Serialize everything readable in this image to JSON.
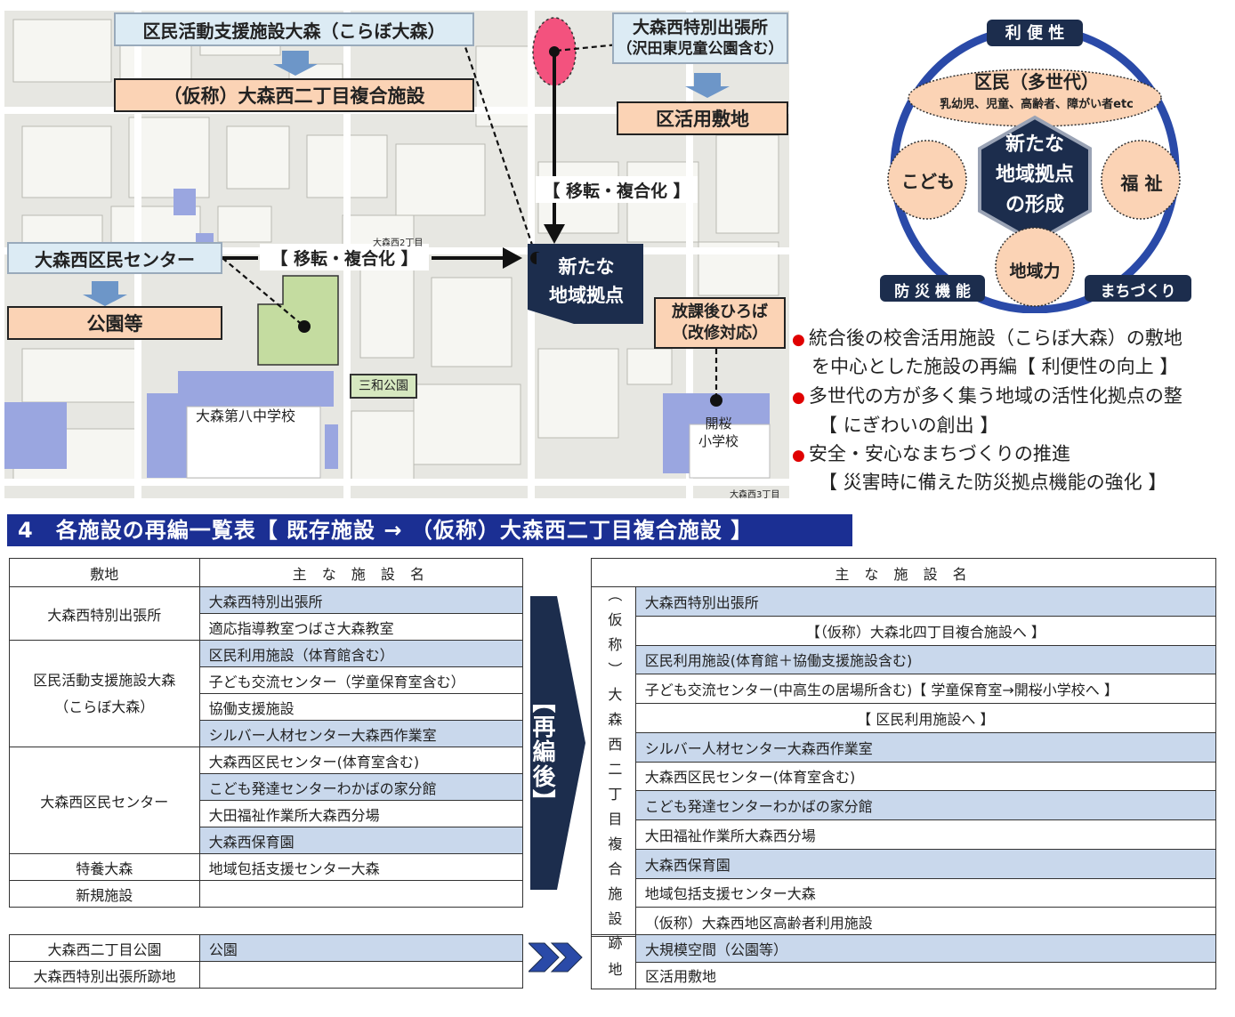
{
  "map": {
    "lbl_kosabo": "区民活動支援施設大森（こらぼ大森）",
    "lbl_complex": "（仮称）大森西二丁目複合施設",
    "lbl_branch": "大森西特別出張所",
    "lbl_branch_sub": "（沢田東児童公園含む）",
    "lbl_land": "区活用敷地",
    "lbl_move1": "【 移転・複合化 】",
    "lbl_move2": "【 移転・複合化 】",
    "lbl_center": "大森西区民センター",
    "lbl_park": "公園等",
    "lbl_new1": "新たな",
    "lbl_new2": "地域拠点",
    "lbl_after1": "放課後ひろば",
    "lbl_after2": "（改修対応）",
    "lbl_sanwa": "三和公園",
    "lbl_school8": "大森第八中学校",
    "lbl_kaio1": "開桜",
    "lbl_kaio2": "小学校",
    "lbl_town1": "大森西2丁目",
    "lbl_town2": "大森西3丁目",
    "colors": {
      "navy": "#1c2d4d",
      "peach": "#fbd3b5",
      "green": "#c4dca0",
      "blue": "#9aa6e0",
      "pink": "#f3527e"
    }
  },
  "diagram": {
    "convenience": "利 便 性",
    "residents": "区民（多世代）",
    "residents_sub": "乳幼児、児童、高齢者、障がい者etc",
    "center1": "新たな",
    "center2": "地域拠点",
    "center3": "の形成",
    "kids": "こども",
    "welfare": "福 祉",
    "community": "地域力",
    "disaster": "防 災 機 能",
    "town": "まちづくり"
  },
  "bullets": [
    {
      "text": "統合後の校舎活用施設（こらぼ大森）の敷地",
      "dot": true
    },
    {
      "text": "を中心とした施設の再編【 利便性の向上 】",
      "dot": false
    },
    {
      "text": "多世代の方が多く集う地域の活性化拠点の整",
      "dot": true
    },
    {
      "text": "【 にぎわいの創出 】",
      "dot": false
    },
    {
      "text": "安全・安心なまちづくりの推進",
      "dot": true
    },
    {
      "text": "【 災害時に備えた防災拠点機能の強化 】",
      "dot": false
    }
  ],
  "section_title": "4　各施設の再編一覧表【 既存施設 → （仮称）大森西二丁目複合施設 】",
  "left_table": {
    "col_site": "敷地",
    "col_facility": "主 な 施 設 名",
    "groups": [
      {
        "site": "大森西特別出張所",
        "items": [
          "大森西特別出張所",
          "適応指導教室つばさ大森教室"
        ]
      },
      {
        "site": "区民活動支援施設大森",
        "site2": "（こらぼ大森）",
        "items": [
          "区民利用施設（体育館含む）",
          "子ども交流センター（学童保育室含む）",
          "協働支援施設",
          "シルバー人材センター大森西作業室"
        ]
      },
      {
        "site": "大森西区民センター",
        "items": [
          "大森西区民センター(体育室含む)",
          "こども発達センターわかばの家分館",
          "大田福祉作業所大森西分場",
          "大森西保育園"
        ]
      },
      {
        "site": "特養大森",
        "items": [
          "地域包括支援センター大森"
        ]
      },
      {
        "site": "新規施設",
        "items": [
          ""
        ]
      }
    ],
    "bottom": [
      {
        "site": "大森西二丁目公園",
        "item": "公園"
      },
      {
        "site": "大森西特別出張所跡地",
        "item": ""
      }
    ]
  },
  "arrow_text": "【再編後】",
  "right_table": {
    "col_facility": "主 な 施 設 名",
    "side_label": "（仮称）大森西二丁目複合施設",
    "items": [
      "大森西特別出張所",
      "【（仮称）大森北四丁目複合施設へ 】",
      "区民利用施設(体育館＋協働支援施設含む)",
      "子ども交流センター(中高生の居場所含む)【 学童保育室→開桜小学校へ 】",
      "【 区民利用施設へ 】",
      "シルバー人材センター大森西作業室",
      "大森西区民センター(体育室含む)",
      "こども発達センターわかばの家分館",
      "大田福祉作業所大森西分場",
      "大森西保育園",
      "地域包括支援センター大森",
      "（仮称）大森西地区高齢者利用施設"
    ],
    "bottom_side": "跡地",
    "bottom_items": [
      "大規模空間（公園等）",
      "区活用敷地"
    ]
  }
}
